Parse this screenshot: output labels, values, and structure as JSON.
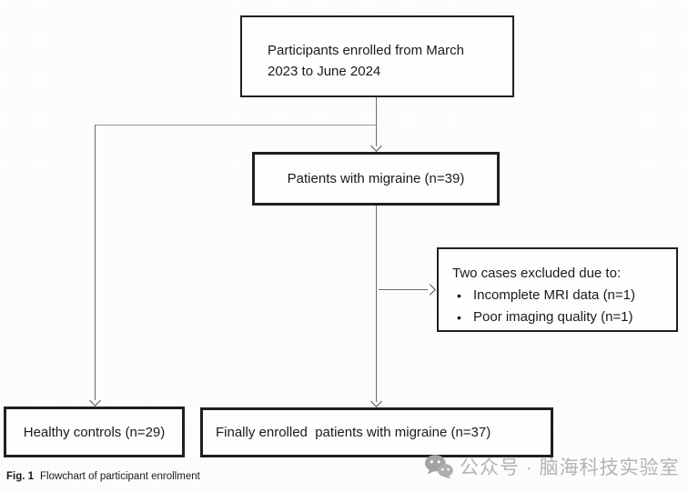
{
  "figure": {
    "boxes": {
      "enrolled": {
        "text": "Participants enrolled from March 2023 to June 2024"
      },
      "migraine": {
        "text": "Patients with migraine (n=39)"
      },
      "excluded": {
        "title": "Two cases excluded due to:",
        "bullet": "•",
        "items": [
          "Incomplete MRI data (n=1)",
          "Poor imaging quality (n=1)"
        ]
      },
      "healthy": {
        "text": "Healthy controls (n=29)"
      },
      "final": {
        "text": "Finally enrolled  patients with migraine (n=37)"
      }
    },
    "caption": {
      "label": "Fig. 1",
      "text": "Flowchart of participant enrollment"
    }
  },
  "watermark": {
    "icon": "wechat-icon",
    "text": "公众号 · 脑海科技实验室"
  },
  "colors": {
    "box_border": "#1f1f1f",
    "connector": "#6b6b6b",
    "connector_light": "#9a9a9a",
    "text": "#1a1a1a",
    "watermark": "#b3b3b3",
    "background": "#fdfdfd"
  }
}
